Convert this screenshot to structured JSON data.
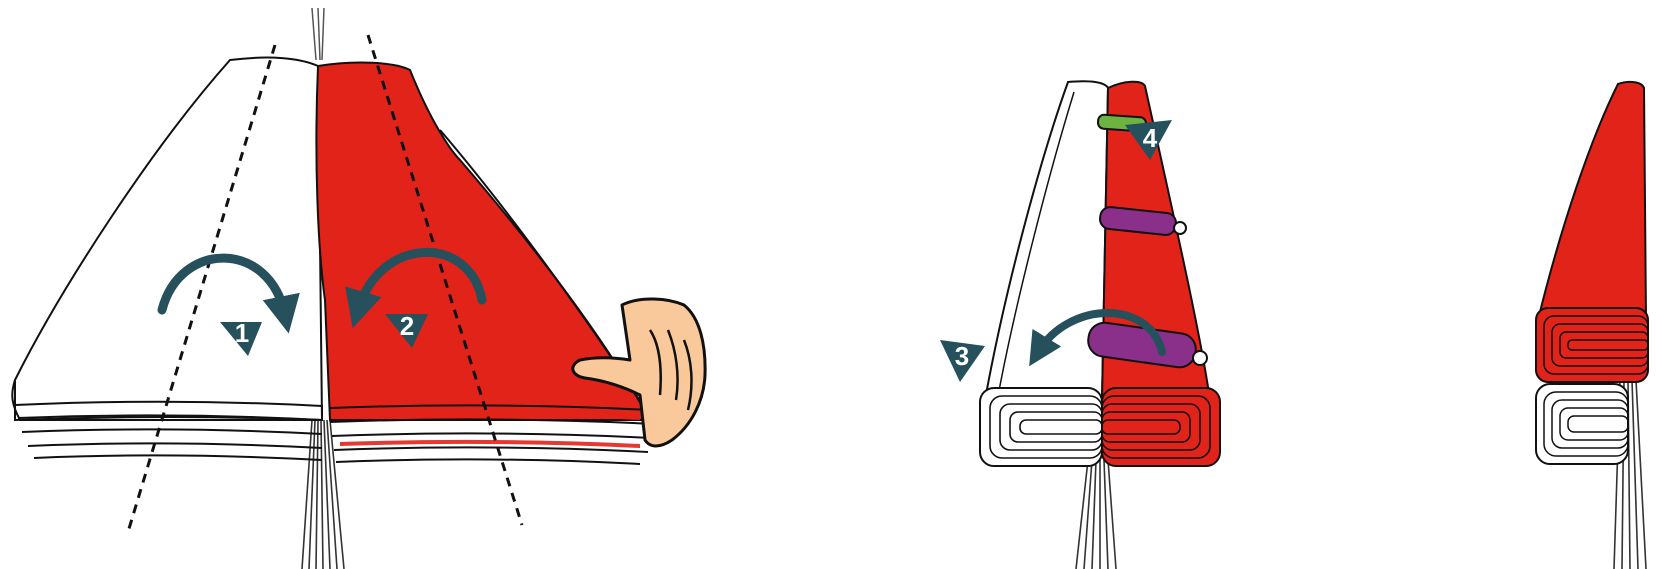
{
  "figure": {
    "colors": {
      "red": "#e2231a",
      "white": "#ffffff",
      "outline": "#111111",
      "arrow": "#26505c",
      "skin": "#f9c89b",
      "strap_purple": "#8a2f8a",
      "strap_green": "#6db33f",
      "lines": "#555555"
    },
    "steps": [
      {
        "label": "1",
        "icon": "fold-arrow-clockwise-icon"
      },
      {
        "label": "2",
        "icon": "fold-arrow-counterclockwise-icon"
      },
      {
        "label": "3",
        "icon": "fold-arrow-left-icon"
      },
      {
        "label": "4",
        "icon": "strap-buckle-icon"
      }
    ]
  }
}
